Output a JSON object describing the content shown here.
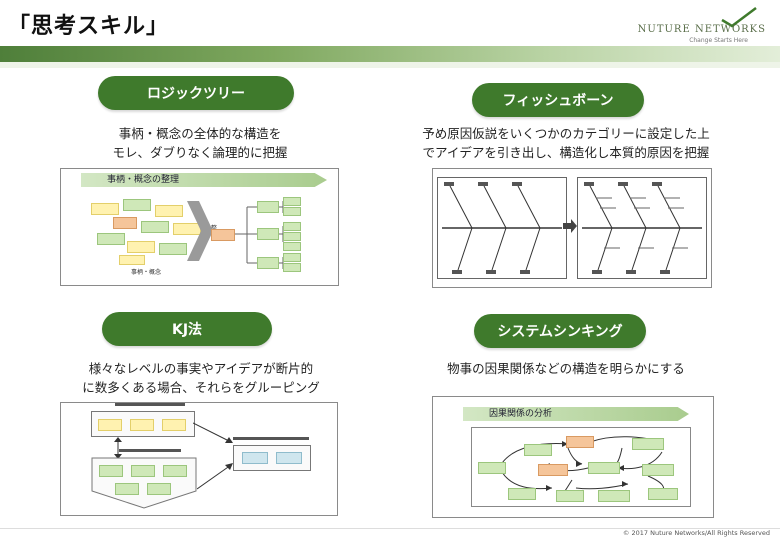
{
  "title": "「思考スキル」",
  "logo": {
    "name": "NUTURE NETWORKS",
    "tagline": "Change Starts Here"
  },
  "sections": [
    {
      "label": "ロジックツリー",
      "desc1": "事柄・概念の全体的な構造を",
      "desc2": "モレ、ダブりなく論理的に把握",
      "panel_header": "事柄・概念の整理",
      "side_label": "整理",
      "bottom_label": "事柄・概念"
    },
    {
      "label": "フィッシュボーン",
      "desc1": "予め原因仮説をいくつかのカテゴリーに設定した上",
      "desc2": "でアイデアを引き出し、構造化し本質的原因を把握"
    },
    {
      "label": "KJ法",
      "desc1": "様々なレベルの事実やアイデアが断片的",
      "desc2": "に数多くある場合、それらをグルーピング"
    },
    {
      "label": "システムシンキング",
      "desc1": "物事の因果関係などの構造を明らかにする",
      "desc2": "",
      "panel_header": "因果関係の分析"
    }
  ],
  "footer": "© 2017 Nuture Networks/All Rights Reserved",
  "colors": {
    "pill": "#3f7a2c",
    "stripe": "#4f7f3a",
    "green_box": "#cfe8b8",
    "yellow_box": "#fff2b0",
    "orange_box": "#f5c59a",
    "blue_box": "#cfe6ee"
  }
}
